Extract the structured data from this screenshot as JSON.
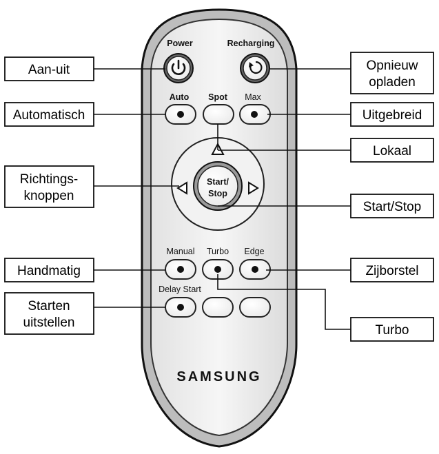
{
  "remote": {
    "brand": "SAMSUNG",
    "buttons": {
      "power": "Power",
      "recharging": "Recharging",
      "auto": "Auto",
      "spot": "Spot",
      "max": "Max",
      "start_stop_line1": "Start/",
      "start_stop_line2": "Stop",
      "manual": "Manual",
      "turbo": "Turbo",
      "edge": "Edge",
      "delay_start": "Delay Start"
    },
    "icons": {
      "power": "power-icon",
      "recharging": "recharge-icon",
      "dot": "dot-icon",
      "left": "triangle-left-icon",
      "right": "triangle-right-icon",
      "up": "triangle-up-icon"
    }
  },
  "callouts": {
    "aan_uit": "Aan-uit",
    "automatisch": "Automatisch",
    "richtings_1": "Richtings-",
    "richtings_2": "knoppen",
    "handmatig": "Handmatig",
    "starten_1": "Starten",
    "starten_2": "uitstellen",
    "opnieuw_1": "Opnieuw",
    "opnieuw_2": "opladen",
    "uitgebreid": "Uitgebreid",
    "lokaal": "Lokaal",
    "start_stop": "Start/Stop",
    "zijborstel": "Zijborstel",
    "turbo": "Turbo"
  }
}
